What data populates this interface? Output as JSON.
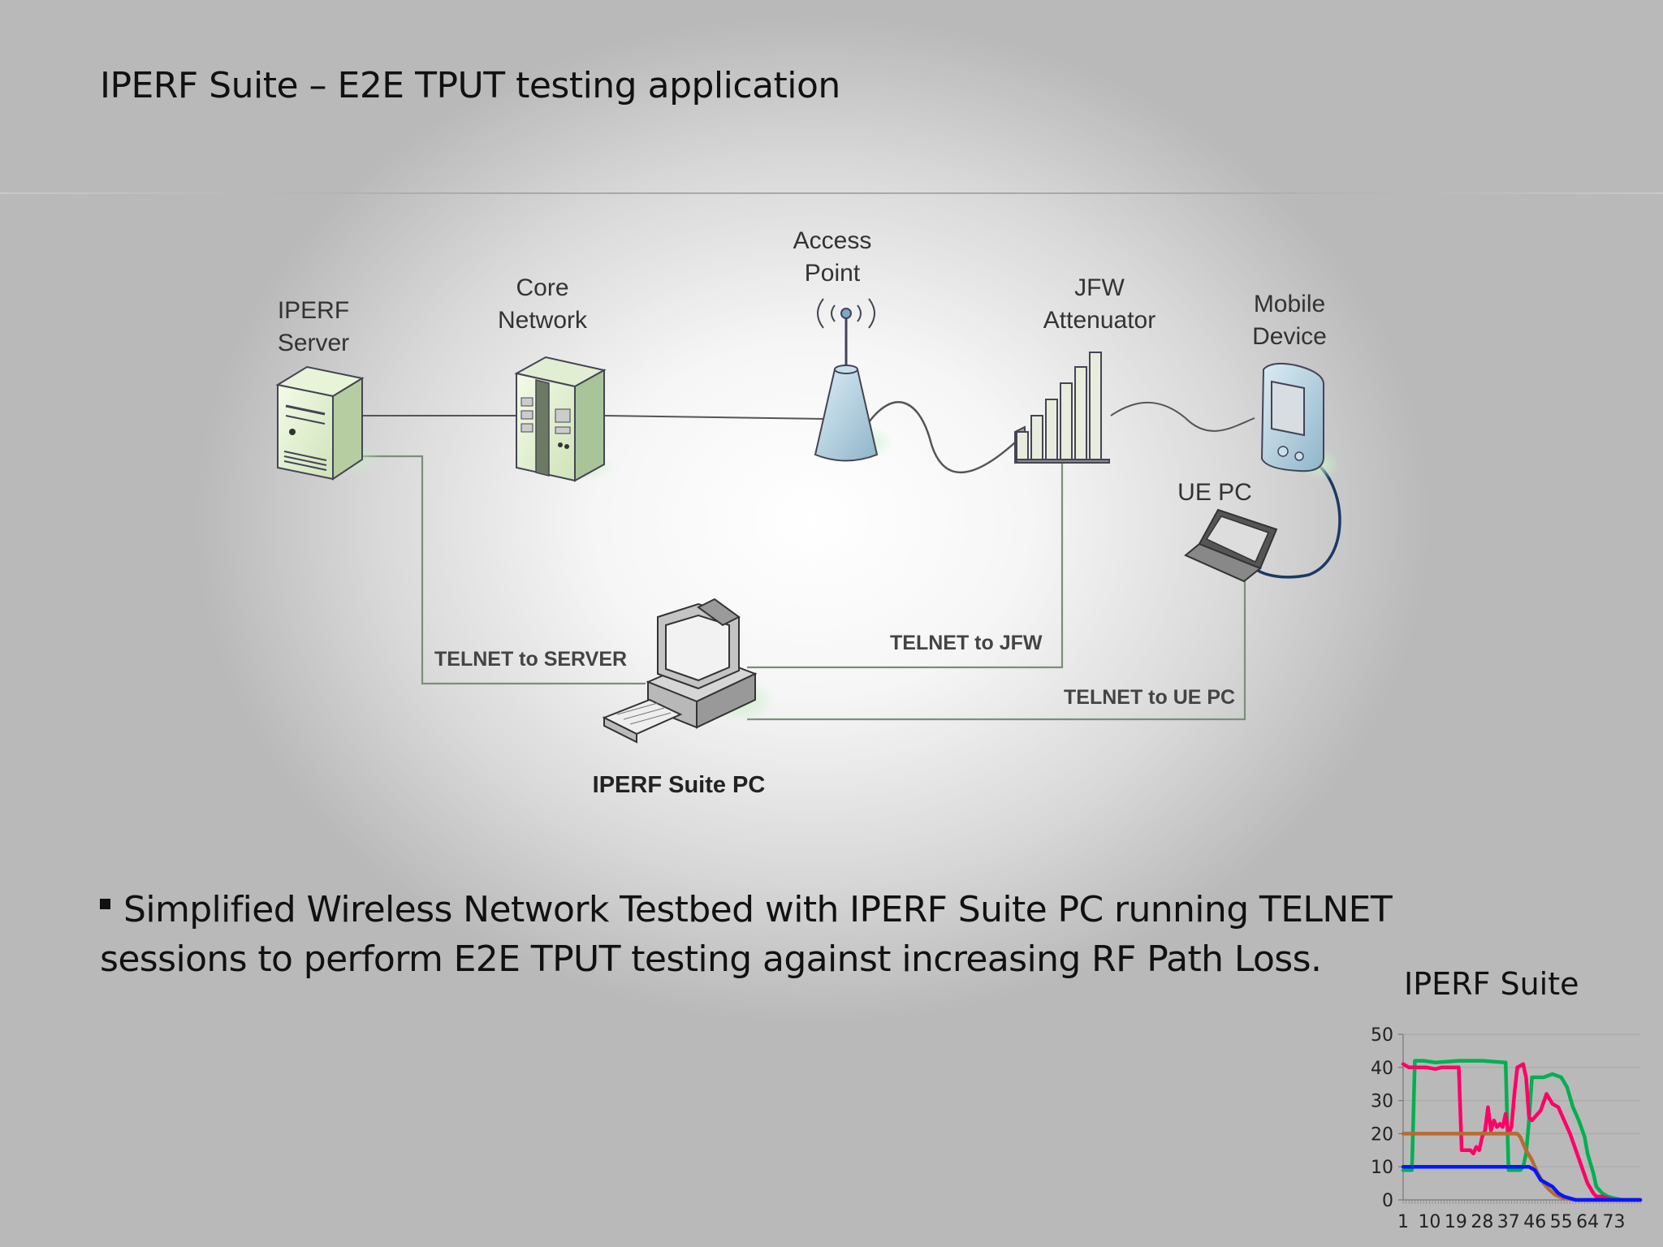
{
  "slide": {
    "title": "IPERF Suite – E2E TPUT testing application",
    "bullet": "Simplified Wireless Network Testbed with IPERF Suite PC running TELNET sessions to perform E2E TPUT testing against increasing RF Path Loss."
  },
  "diagram": {
    "nodes": {
      "iperf_server": [
        "IPERF",
        "Server"
      ],
      "core_network": [
        "Core",
        "Network"
      ],
      "access_point": [
        "Access",
        "Point"
      ],
      "jfw_attenuator": [
        "JFW",
        "Attenuator"
      ],
      "mobile_device": [
        "Mobile",
        "Device"
      ],
      "ue_pc": "UE PC",
      "iperf_suite_pc": "IPERF Suite PC"
    },
    "links": {
      "telnet_server": "TELNET to SERVER",
      "telnet_jfw": "TELNET to JFW",
      "telnet_ue": "TELNET to UE PC"
    },
    "icons": [
      "server-icon",
      "core-network-icon",
      "access-point-icon",
      "attenuator-icon",
      "mobile-device-icon",
      "laptop-icon",
      "desktop-pc-icon"
    ]
  },
  "chart_data": {
    "type": "line",
    "title": "IPERF Suite",
    "ylim": [
      0,
      50
    ],
    "yticks": [
      0,
      10,
      20,
      30,
      40,
      50
    ],
    "xticks": [
      "1",
      "10",
      "19",
      "28",
      "37",
      "46",
      "55",
      "64",
      "73"
    ],
    "x_count": 82,
    "grid": true,
    "series": [
      {
        "color": "#00b050",
        "points": [
          [
            1,
            9
          ],
          [
            2,
            9
          ],
          [
            3,
            9
          ],
          [
            4,
            9
          ],
          [
            5,
            42
          ],
          [
            8,
            42
          ],
          [
            12,
            41.5
          ],
          [
            20,
            42
          ],
          [
            28,
            42
          ],
          [
            36,
            41.5
          ],
          [
            37,
            9
          ],
          [
            38,
            9
          ],
          [
            40,
            9
          ],
          [
            41,
            9
          ],
          [
            42,
            10
          ],
          [
            43,
            14
          ],
          [
            44,
            24
          ],
          [
            45,
            37
          ],
          [
            47,
            37
          ],
          [
            49,
            37
          ],
          [
            52,
            38
          ],
          [
            55,
            37
          ],
          [
            57,
            34
          ],
          [
            59,
            28
          ],
          [
            61,
            24
          ],
          [
            63,
            19
          ],
          [
            64,
            14
          ],
          [
            66,
            8
          ],
          [
            67,
            4
          ],
          [
            69,
            2
          ],
          [
            71,
            1
          ],
          [
            73,
            0.5
          ],
          [
            76,
            0
          ],
          [
            82,
            0
          ]
        ]
      },
      {
        "color": "#ff0066",
        "points": [
          [
            1,
            41
          ],
          [
            3,
            40
          ],
          [
            6,
            40
          ],
          [
            9,
            40
          ],
          [
            12,
            39.5
          ],
          [
            14,
            40
          ],
          [
            18,
            40
          ],
          [
            20,
            40
          ],
          [
            21,
            15
          ],
          [
            24,
            15
          ],
          [
            25,
            14
          ],
          [
            26,
            16
          ],
          [
            27,
            15
          ],
          [
            28,
            19
          ],
          [
            29,
            21
          ],
          [
            30,
            28
          ],
          [
            31,
            21
          ],
          [
            32,
            24
          ],
          [
            33,
            22
          ],
          [
            34,
            23
          ],
          [
            35,
            22
          ],
          [
            36,
            26
          ],
          [
            37,
            20
          ],
          [
            38,
            22
          ],
          [
            39,
            32
          ],
          [
            40,
            40
          ],
          [
            42,
            41
          ],
          [
            43,
            37
          ],
          [
            44,
            25
          ],
          [
            45,
            24
          ],
          [
            46,
            25
          ],
          [
            48,
            27
          ],
          [
            50,
            32
          ],
          [
            52,
            29
          ],
          [
            54,
            28
          ],
          [
            56,
            24
          ],
          [
            58,
            20
          ],
          [
            60,
            15
          ],
          [
            62,
            10
          ],
          [
            64,
            5
          ],
          [
            66,
            2
          ],
          [
            67,
            1
          ],
          [
            69,
            1
          ],
          [
            71,
            0.5
          ],
          [
            73,
            0
          ],
          [
            82,
            0
          ]
        ]
      },
      {
        "color": "#b86b30",
        "points": [
          [
            1,
            20
          ],
          [
            10,
            20
          ],
          [
            20,
            20
          ],
          [
            30,
            20
          ],
          [
            38,
            20
          ],
          [
            40,
            20
          ],
          [
            41,
            19
          ],
          [
            43,
            15
          ],
          [
            45,
            12
          ],
          [
            47,
            8
          ],
          [
            49,
            5
          ],
          [
            51,
            3
          ],
          [
            53,
            1.5
          ],
          [
            56,
            0.5
          ],
          [
            60,
            0
          ],
          [
            82,
            0
          ]
        ]
      },
      {
        "color": "#0018ff",
        "points": [
          [
            1,
            10
          ],
          [
            10,
            10
          ],
          [
            20,
            10
          ],
          [
            30,
            10
          ],
          [
            38,
            10
          ],
          [
            44,
            10
          ],
          [
            46,
            9
          ],
          [
            48,
            6
          ],
          [
            50,
            5
          ],
          [
            52,
            4
          ],
          [
            54,
            2
          ],
          [
            56,
            1
          ],
          [
            58,
            0.5
          ],
          [
            60,
            0
          ],
          [
            82,
            0
          ]
        ]
      }
    ]
  }
}
